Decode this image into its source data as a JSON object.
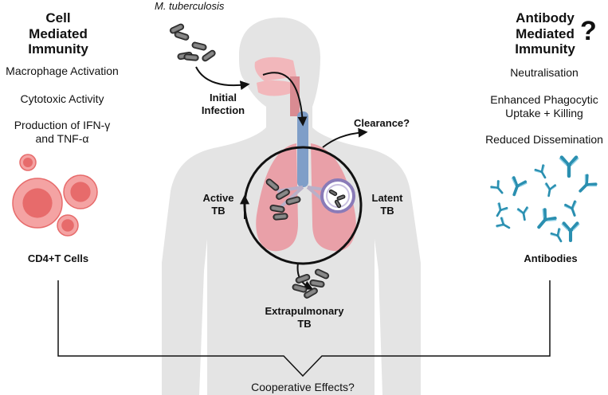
{
  "organism": "M. tuberculosis",
  "left_panel": {
    "title_lines": [
      "Cell",
      "Mediated",
      "Immunity"
    ],
    "items": [
      "Macrophage Activation",
      "Cytotoxic Activity",
      "Production of IFN-γ",
      "and TNF-α"
    ],
    "cells_label": "CD4+T Cells",
    "cell_color": "#e76b6b"
  },
  "right_panel": {
    "title_lines": [
      "Antibody",
      "Mediated",
      "Immunity"
    ],
    "question_mark": "?",
    "items": [
      "Neutralisation",
      "Enhanced Phagocytic",
      "Uptake + Killing",
      "Reduced Dissemination"
    ],
    "antibody_label": "Antibodies",
    "antibody_color": "#2a8fb0"
  },
  "center": {
    "initial_infection": [
      "Initial",
      "Infection"
    ],
    "clearance": "Clearance?",
    "active": [
      "Active",
      "TB"
    ],
    "latent": [
      "Latent",
      "TB"
    ],
    "extrapulmonary": [
      "Extrapulmonary",
      "TB"
    ],
    "lung_color": "#e9a0a8",
    "body_color": "#e4e4e4"
  },
  "bottom": {
    "cooperative": "Cooperative Effects?"
  }
}
